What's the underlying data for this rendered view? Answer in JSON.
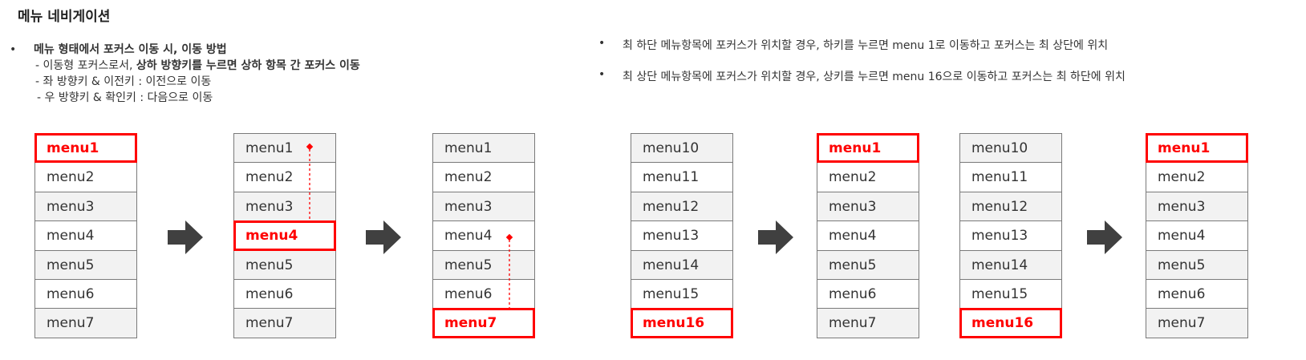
{
  "title": "메뉴 네비게이션",
  "left_notes": {
    "heading": "메뉴 형태에서 포커스 이동 시, 이동 방법",
    "line1_prefix": "- 이동형 포커스로서, ",
    "line1_bold": "상하 방향키를 누르면 상하 항목 간 포커스 이동",
    "line2": "- 좌 방향키 & 이전키 : 이전으로 이동",
    "line3": "- 우 방향키 & 확인키 : 다음으로 이동"
  },
  "right_notes": [
    "최 하단 메뉴항목에 포커스가 위치할 경우, 하키를 누르면 menu 1로 이동하고 포커스는 최 상단에 위치",
    "최 상단 메뉴항목에 포커스가 위치할 경우, 상키를 누르면 menu 16으로 이동하고 포커스는 최 하단에 위치"
  ],
  "columns": [
    [
      "menu1",
      "menu2",
      "menu3",
      "menu4",
      "menu5",
      "menu6",
      "menu7"
    ],
    [
      "menu1",
      "menu2",
      "menu3",
      "menu4",
      "menu5",
      "menu6",
      "menu7"
    ],
    [
      "menu1",
      "menu2",
      "menu3",
      "menu4",
      "menu5",
      "menu6",
      "menu7"
    ],
    [
      "menu10",
      "menu11",
      "menu12",
      "menu13",
      "menu14",
      "menu15",
      "menu16"
    ],
    [
      "menu1",
      "menu2",
      "menu3",
      "menu4",
      "menu5",
      "menu6",
      "menu7"
    ],
    [
      "menu10",
      "menu11",
      "menu12",
      "menu13",
      "menu14",
      "menu15",
      "menu16"
    ],
    [
      "menu1",
      "menu2",
      "menu3",
      "menu4",
      "menu5",
      "menu6",
      "menu7"
    ]
  ],
  "focused_index": [
    0,
    3,
    6,
    6,
    0,
    6,
    0
  ],
  "colors": {
    "focus": "#ff0000",
    "arrow": "#404040",
    "cell_gray": "#f2f2f2",
    "border": "#7a7a7a"
  }
}
